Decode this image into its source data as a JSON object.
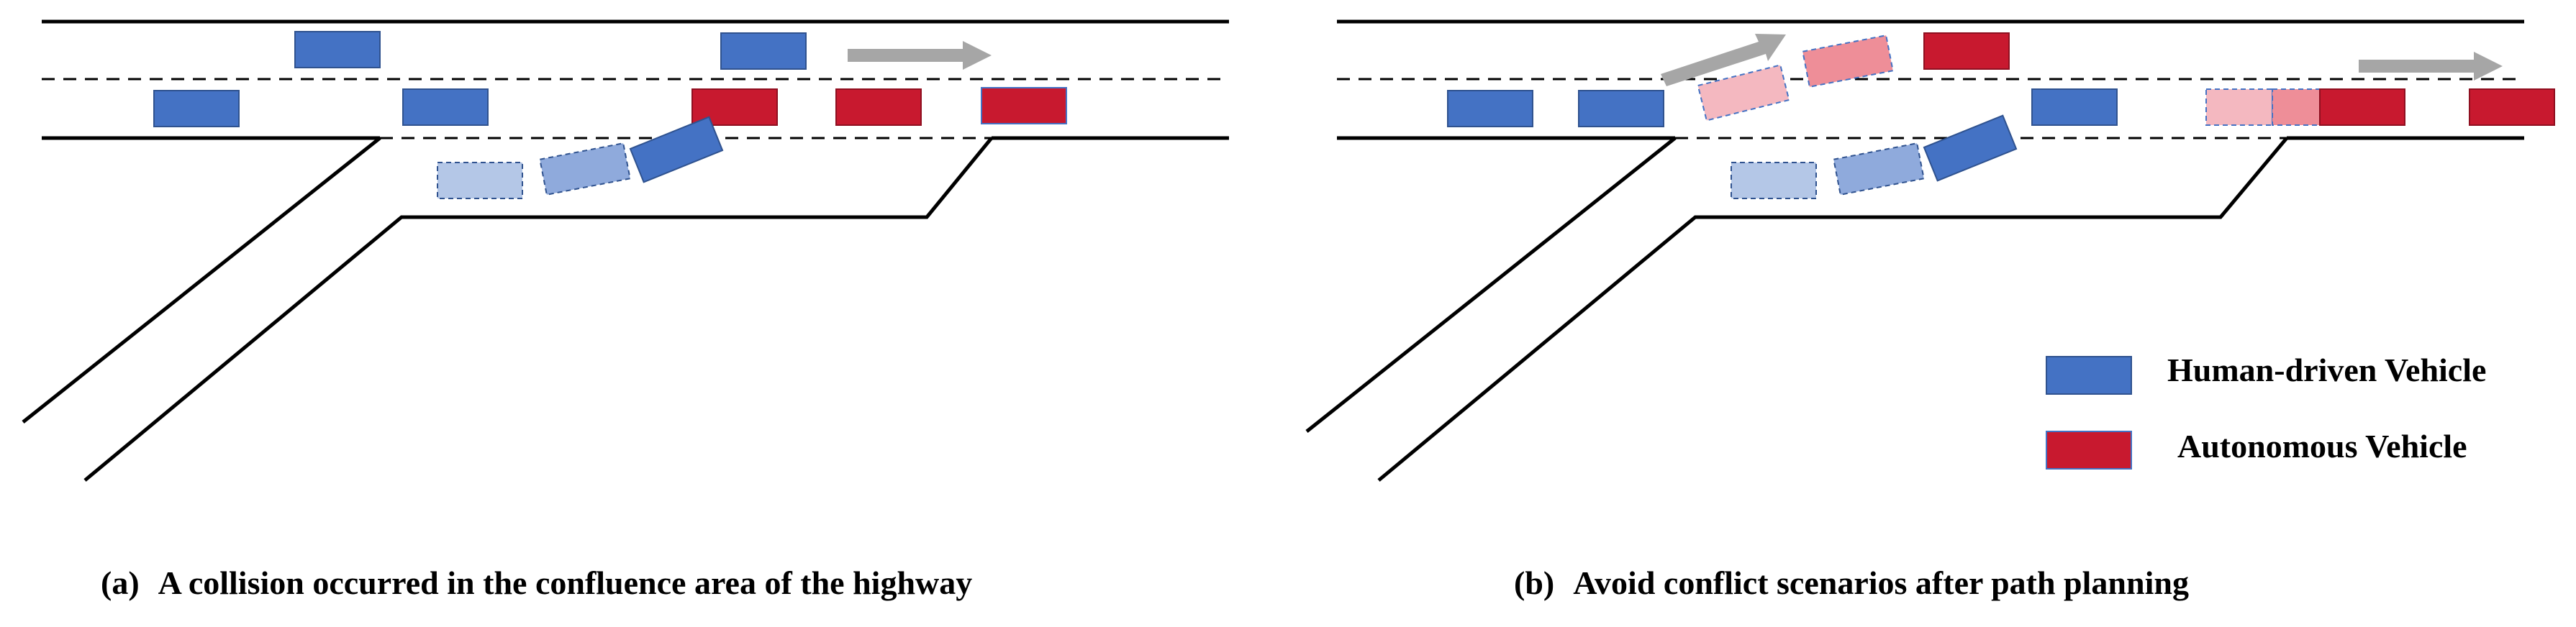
{
  "colors": {
    "human": "#4472C4",
    "autonomous": "#C8192F",
    "human_ghost_light": "#B4C7E7",
    "human_ghost_mid": "#8FAADC",
    "auto_ghost_light": "#F4B8C0",
    "auto_ghost_mid": "#EE8E98",
    "arrow": "#A6A6A6",
    "road": "#000000"
  },
  "legend": {
    "human_label": "Human-driven Vehicle",
    "autonomous_label": "Autonomous Vehicle"
  },
  "captions": {
    "a_tag": "(a)",
    "a_text": "A collision occurred in the confluence area of the highway",
    "b_tag": "(b)",
    "b_text": "Avoid conflict scenarios after path planning"
  },
  "icons": [
    "human-vehicle-icon",
    "autonomous-vehicle-icon",
    "direction-arrow-icon"
  ]
}
